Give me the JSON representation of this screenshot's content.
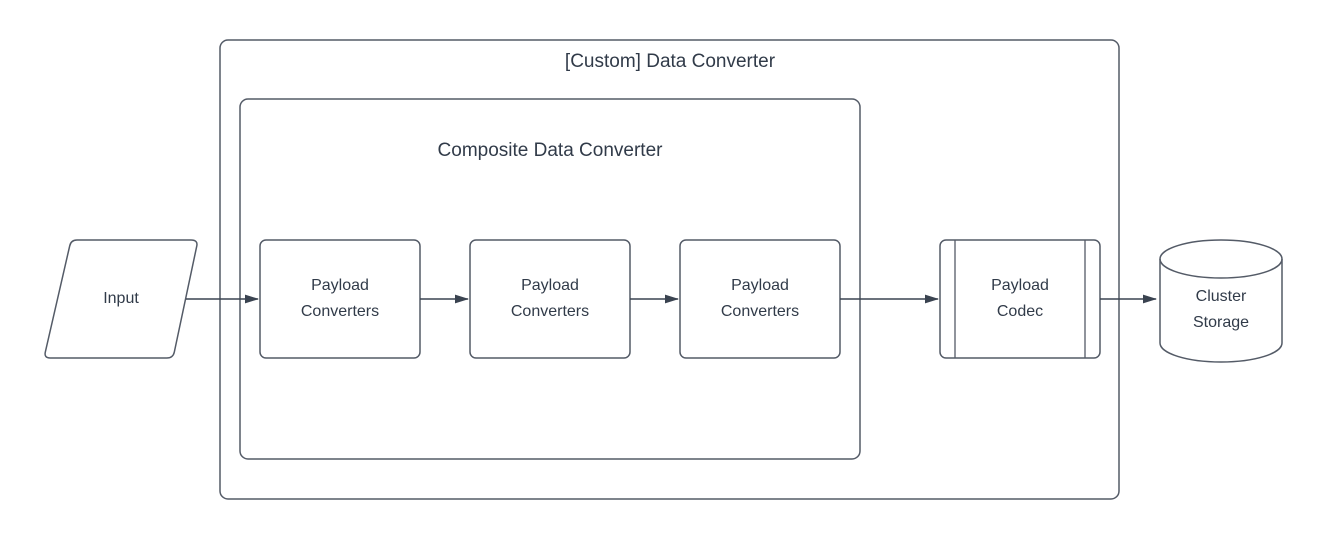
{
  "diagram": {
    "type": "flowchart",
    "colors": {
      "background": "#ffffff",
      "shape_stroke": "#545b67",
      "arrow": "#3a4350",
      "text": "#313b49"
    },
    "containers": {
      "outer": {
        "label": "[Custom] Data Converter"
      },
      "inner": {
        "label": "Composite Data Converter"
      }
    },
    "nodes": {
      "input": {
        "label": "Input",
        "shape": "parallelogram"
      },
      "converter1": {
        "label": "Payload Converters",
        "shape": "rounded-rect"
      },
      "converter2": {
        "label": "Payload Converters",
        "shape": "rounded-rect"
      },
      "converter3": {
        "label": "Payload Converters",
        "shape": "rounded-rect"
      },
      "codec": {
        "label": "Payload Codec",
        "shape": "predefined-process"
      },
      "storage": {
        "label": "Cluster Storage",
        "shape": "cylinder"
      }
    },
    "flow": [
      "input",
      "converter1",
      "converter2",
      "converter3",
      "codec",
      "storage"
    ]
  }
}
